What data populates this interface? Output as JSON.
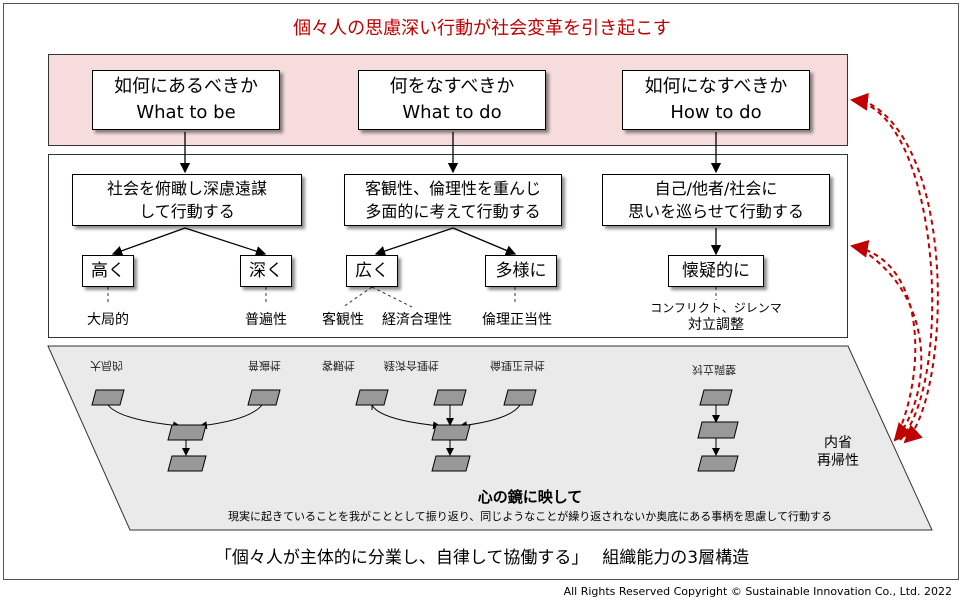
{
  "title": "個々人の思慮深い行動が社会変革を引き起こす",
  "top": [
    {
      "jp": "如何にあるべきか",
      "en": "What to be"
    },
    {
      "jp": "何をなすべきか",
      "en": "What to do"
    },
    {
      "jp": "如何になすべきか",
      "en": "How to do"
    }
  ],
  "middle": {
    "actions": [
      {
        "line1": "社会を俯瞰し深慮遠謀",
        "line2": "して行動する"
      },
      {
        "line1": "客観性、倫理性を重んじ",
        "line2": "多面的に考えて行動する"
      },
      {
        "line1": "自己/他者/社会に",
        "line2": "思いを巡らせて行動する"
      }
    ],
    "qualities": [
      "高く",
      "深く",
      "広く",
      "多様に",
      "懐疑的に"
    ],
    "aspects": {
      "a1": "大局的",
      "a2": "普遍性",
      "a3": "客観性",
      "a4": "経済合理性",
      "a5": "倫理正当性",
      "a6_line1": "コンフリクト、ジレンマ",
      "a6_line2": "対立調整"
    }
  },
  "mirror": {
    "labels": [
      "大局的",
      "普遍性",
      "客観性",
      "経済合理性",
      "倫理正当性",
      "対立調整"
    ],
    "side_line1": "内省",
    "side_line2": "再帰性",
    "heading": "心の鏡に映して",
    "caption": "現実に起きていることを我がこととして振り返り、同じようなことが繰り返されないか奥底にある事柄を思慮して行動する"
  },
  "footer": {
    "statement": "「個々人が主体的に分業し、自律して協働する」　 組織能力の3層構造",
    "copyright": "All Rights Reserved Copyright © Sustainable Innovation Co., Ltd.  2022"
  },
  "colors": {
    "title": "#c00000",
    "top_panel": "#f6dcdc",
    "mirror_panel": "#eaeaea",
    "feedback_arrow": "#c00000"
  }
}
